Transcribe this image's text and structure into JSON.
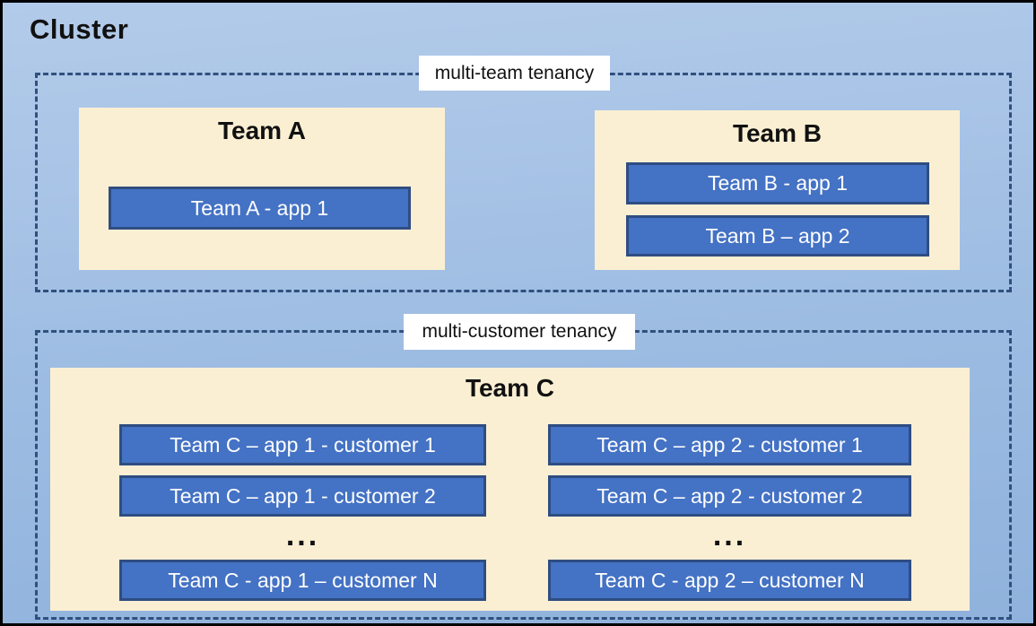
{
  "title": "Cluster",
  "sections": [
    {
      "label": "multi-team tenancy",
      "teams": [
        {
          "name": "Team A",
          "apps": [
            "Team A - app 1"
          ]
        },
        {
          "name": "Team B",
          "apps": [
            "Team B - app 1",
            "Team B – app 2"
          ]
        }
      ]
    },
    {
      "label": "multi-customer tenancy",
      "teams": [
        {
          "name": "Team C",
          "columns": [
            {
              "apps": [
                "Team C – app 1 - customer 1",
                "Team C – app 1 - customer 2"
              ],
              "ellipsis": "...",
              "last_app": "Team C - app 1 – customer N"
            },
            {
              "apps": [
                "Team C – app 2 - customer 1",
                "Team C – app 2 - customer 2"
              ],
              "ellipsis": "...",
              "last_app": "Team C - app 2 – customer N"
            }
          ]
        }
      ]
    }
  ],
  "colors": {
    "canvas_top": "#B3CBEA",
    "canvas_mid": "#9DBCE2",
    "canvas_bottom": "#8FB2DC",
    "team_fill": "#FBEFD3",
    "app_fill": "#4472C4",
    "app_border": "#2F4D82",
    "dashed_border": "#30507F",
    "label_bg": "#FFFFFF",
    "text_dark": "#111111",
    "app_text": "#FFFFFF"
  }
}
